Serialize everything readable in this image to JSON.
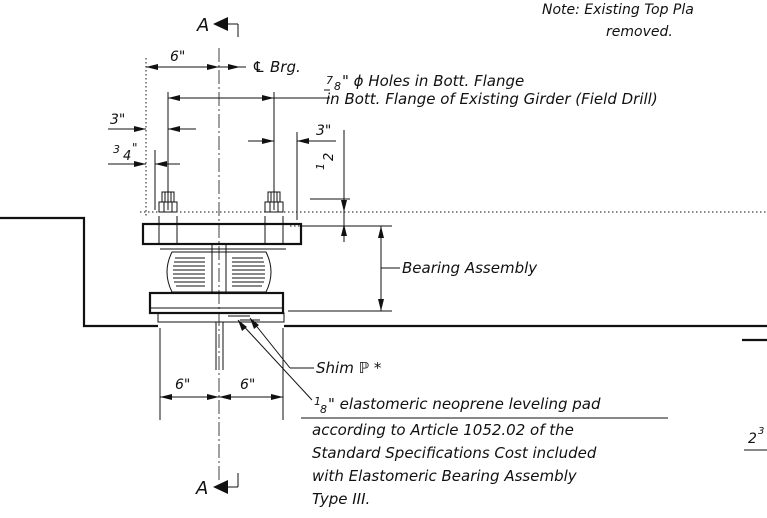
{
  "note": {
    "line1": "Note: Existing Top Pla",
    "line2": "removed."
  },
  "section_marks": {
    "top": "A",
    "bottom": "A"
  },
  "dimensions": {
    "top_6": "6\"",
    "left_3": "3\"",
    "left_3_4_whole": "3",
    "left_3_4_frac": "4",
    "right_3": "3\"",
    "half_1": "1",
    "half_2": "2",
    "bottom_6_left": "6\"",
    "bottom_6_right": "6\"",
    "right_edge_2": "2",
    "right_edge_sup": "3"
  },
  "labels": {
    "cl_brg_symbol": "℄",
    "cl_brg": "Brg.",
    "holes_frac_top": "7",
    "holes_frac_bot": "8",
    "holes_line1": "\" ϕ Holes in Bott. Flange",
    "holes_line2": "in Bott. Flange of Existing Girder (Field Drill)",
    "bearing_assembly": "Bearing Assembly",
    "shim": "Shim ℙ *",
    "pad_frac_top": "1",
    "pad_frac_bot": "8",
    "pad_line1": "\" elastomeric neoprene leveling pad",
    "pad_line2": "according to Article 1052.02 of the",
    "pad_line3": "Standard Specifications Cost included",
    "pad_line4": "with Elastomeric Bearing Assembly",
    "pad_line5": "Type III."
  }
}
